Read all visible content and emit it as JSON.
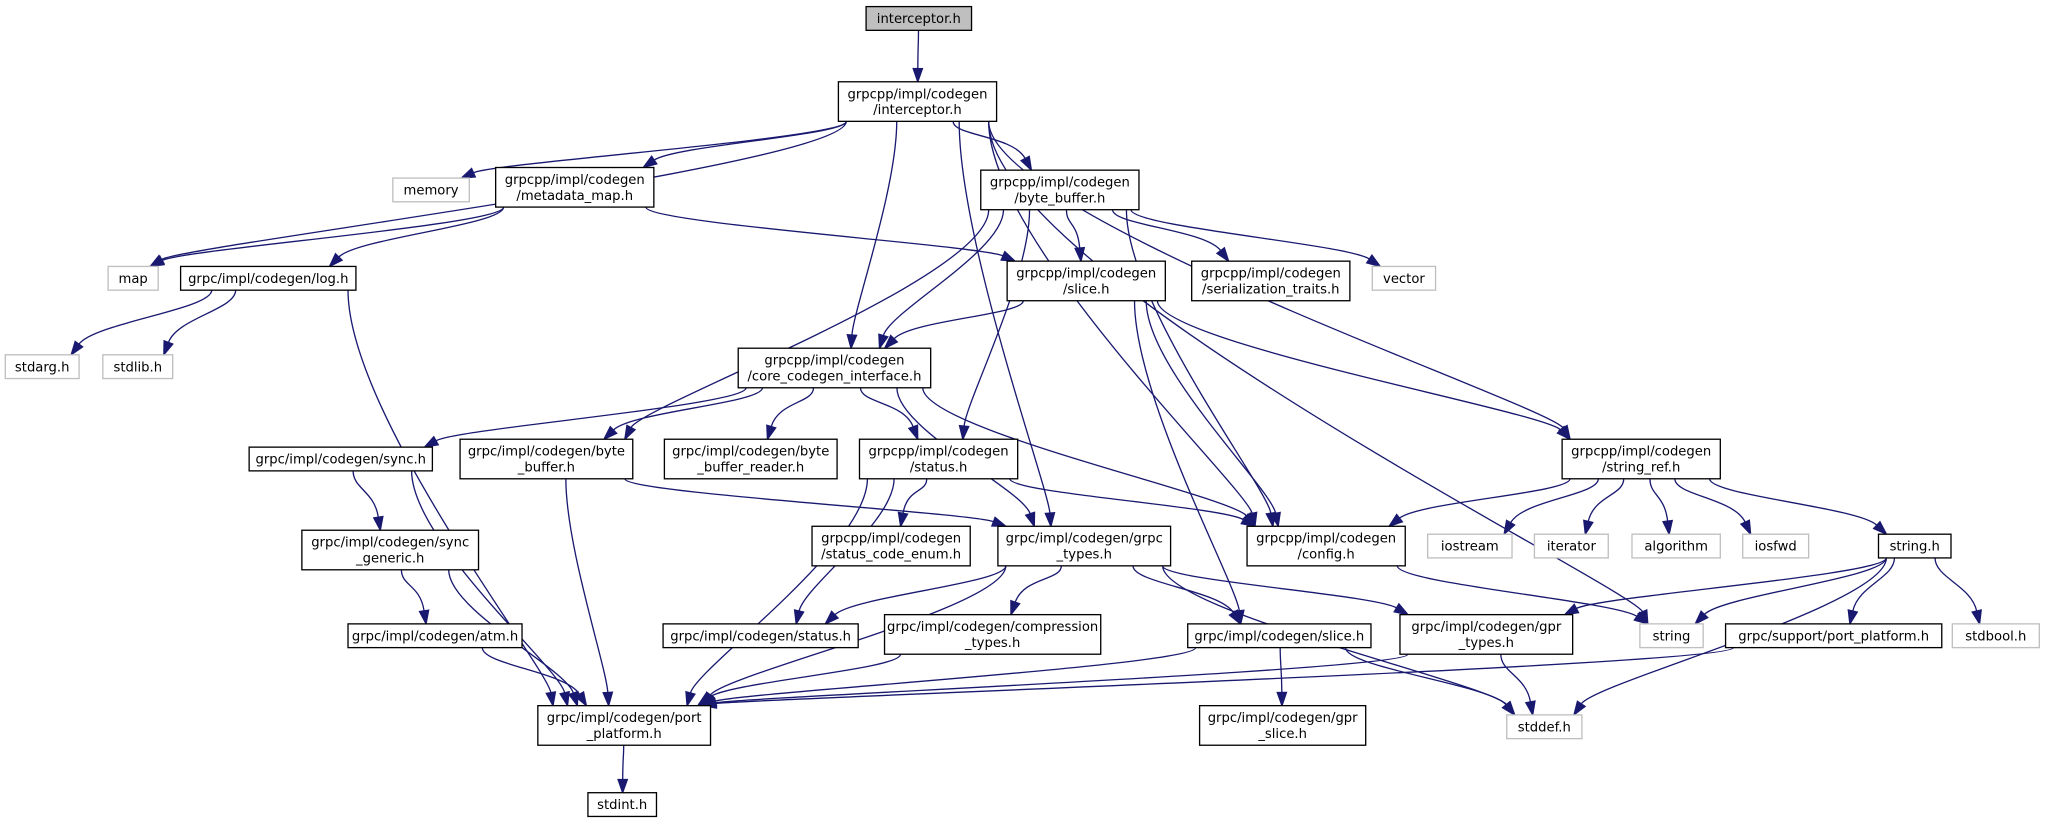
{
  "diagram": {
    "title": "Include dependency graph for interceptor.h",
    "edge_color": "#191970",
    "root_fill": "#bfbfbf",
    "system_border": "#bfbfbf",
    "nodes": [
      {
        "id": "root",
        "lines": [
          "interceptor.h"
        ],
        "kind": "root"
      },
      {
        "id": "interceptor",
        "lines": [
          "grpcpp/impl/codegen",
          "/interceptor.h"
        ],
        "kind": "internal"
      },
      {
        "id": "memory",
        "lines": [
          "memory"
        ],
        "kind": "system"
      },
      {
        "id": "metadata_map",
        "lines": [
          "grpcpp/impl/codegen",
          "/metadata_map.h"
        ],
        "kind": "internal"
      },
      {
        "id": "byte_buffer_cpp",
        "lines": [
          "grpcpp/impl/codegen",
          "/byte_buffer.h"
        ],
        "kind": "internal"
      },
      {
        "id": "map",
        "lines": [
          "map"
        ],
        "kind": "system"
      },
      {
        "id": "log",
        "lines": [
          "grpc/impl/codegen/log.h"
        ],
        "kind": "internal"
      },
      {
        "id": "slice_cpp",
        "lines": [
          "grpcpp/impl/codegen",
          "/slice.h"
        ],
        "kind": "internal"
      },
      {
        "id": "serialization_traits",
        "lines": [
          "grpcpp/impl/codegen",
          "/serialization_traits.h"
        ],
        "kind": "internal"
      },
      {
        "id": "vector",
        "lines": [
          "vector"
        ],
        "kind": "system"
      },
      {
        "id": "stdarg",
        "lines": [
          "stdarg.h"
        ],
        "kind": "system"
      },
      {
        "id": "stdlib",
        "lines": [
          "stdlib.h"
        ],
        "kind": "system"
      },
      {
        "id": "core_codegen_interface",
        "lines": [
          "grpcpp/impl/codegen",
          "/core_codegen_interface.h"
        ],
        "kind": "internal"
      },
      {
        "id": "sync",
        "lines": [
          "grpc/impl/codegen/sync.h"
        ],
        "kind": "internal"
      },
      {
        "id": "byte_buffer_c",
        "lines": [
          "grpc/impl/codegen/byte",
          "_buffer.h"
        ],
        "kind": "internal"
      },
      {
        "id": "byte_buffer_reader",
        "lines": [
          "grpc/impl/codegen/byte",
          "_buffer_reader.h"
        ],
        "kind": "internal"
      },
      {
        "id": "status_cpp",
        "lines": [
          "grpcpp/impl/codegen",
          "/status.h"
        ],
        "kind": "internal"
      },
      {
        "id": "string_ref",
        "lines": [
          "grpcpp/impl/codegen",
          "/string_ref.h"
        ],
        "kind": "internal"
      },
      {
        "id": "sync_generic",
        "lines": [
          "grpc/impl/codegen/sync",
          "_generic.h"
        ],
        "kind": "internal"
      },
      {
        "id": "status_code_enum",
        "lines": [
          "grpcpp/impl/codegen",
          "/status_code_enum.h"
        ],
        "kind": "internal"
      },
      {
        "id": "grpc_types",
        "lines": [
          "grpc/impl/codegen/grpc",
          "_types.h"
        ],
        "kind": "internal"
      },
      {
        "id": "config",
        "lines": [
          "grpcpp/impl/codegen",
          "/config.h"
        ],
        "kind": "internal"
      },
      {
        "id": "iostream",
        "lines": [
          "iostream"
        ],
        "kind": "system"
      },
      {
        "id": "iterator",
        "lines": [
          "iterator"
        ],
        "kind": "system"
      },
      {
        "id": "algorithm",
        "lines": [
          "algorithm"
        ],
        "kind": "system"
      },
      {
        "id": "iosfwd",
        "lines": [
          "iosfwd"
        ],
        "kind": "system"
      },
      {
        "id": "string_h",
        "lines": [
          "string.h"
        ],
        "kind": "internal"
      },
      {
        "id": "atm",
        "lines": [
          "grpc/impl/codegen/atm.h"
        ],
        "kind": "internal"
      },
      {
        "id": "status_c",
        "lines": [
          "grpc/impl/codegen/status.h"
        ],
        "kind": "internal"
      },
      {
        "id": "compression_types",
        "lines": [
          "grpc/impl/codegen/compression",
          "_types.h"
        ],
        "kind": "internal"
      },
      {
        "id": "slice_c",
        "lines": [
          "grpc/impl/codegen/slice.h"
        ],
        "kind": "internal"
      },
      {
        "id": "gpr_types",
        "lines": [
          "grpc/impl/codegen/gpr",
          "_types.h"
        ],
        "kind": "internal"
      },
      {
        "id": "string",
        "lines": [
          "string"
        ],
        "kind": "system"
      },
      {
        "id": "support_port_platform",
        "lines": [
          "grpc/support/port_platform.h"
        ],
        "kind": "internal"
      },
      {
        "id": "stdbool",
        "lines": [
          "stdbool.h"
        ],
        "kind": "system"
      },
      {
        "id": "port_platform",
        "lines": [
          "grpc/impl/codegen/port",
          "_platform.h"
        ],
        "kind": "internal"
      },
      {
        "id": "gpr_slice",
        "lines": [
          "grpc/impl/codegen/gpr",
          "_slice.h"
        ],
        "kind": "internal"
      },
      {
        "id": "stddef",
        "lines": [
          "stddef.h"
        ],
        "kind": "system"
      },
      {
        "id": "stdint",
        "lines": [
          "stdint.h"
        ],
        "kind": "internal"
      }
    ],
    "edges": [
      [
        "root",
        "interceptor"
      ],
      [
        "interceptor",
        "map"
      ],
      [
        "interceptor",
        "memory"
      ],
      [
        "interceptor",
        "metadata_map"
      ],
      [
        "interceptor",
        "byte_buffer_cpp"
      ],
      [
        "interceptor",
        "core_codegen_interface"
      ],
      [
        "interceptor",
        "grpc_types"
      ],
      [
        "interceptor",
        "config"
      ],
      [
        "interceptor",
        "string_ref"
      ],
      [
        "interceptor",
        "string"
      ],
      [
        "metadata_map",
        "map"
      ],
      [
        "metadata_map",
        "log"
      ],
      [
        "metadata_map",
        "slice_cpp"
      ],
      [
        "log",
        "stdarg"
      ],
      [
        "log",
        "stdlib"
      ],
      [
        "log",
        "port_platform"
      ],
      [
        "byte_buffer_cpp",
        "slice_cpp"
      ],
      [
        "byte_buffer_cpp",
        "serialization_traits"
      ],
      [
        "byte_buffer_cpp",
        "vector"
      ],
      [
        "byte_buffer_cpp",
        "core_codegen_interface"
      ],
      [
        "byte_buffer_cpp",
        "byte_buffer_c"
      ],
      [
        "byte_buffer_cpp",
        "status_cpp"
      ],
      [
        "byte_buffer_cpp",
        "config"
      ],
      [
        "slice_cpp",
        "core_codegen_interface"
      ],
      [
        "slice_cpp",
        "string_ref"
      ],
      [
        "slice_cpp",
        "config"
      ],
      [
        "slice_cpp",
        "slice_c"
      ],
      [
        "core_codegen_interface",
        "sync"
      ],
      [
        "core_codegen_interface",
        "byte_buffer_c"
      ],
      [
        "core_codegen_interface",
        "byte_buffer_reader"
      ],
      [
        "core_codegen_interface",
        "status_cpp"
      ],
      [
        "core_codegen_interface",
        "grpc_types"
      ],
      [
        "core_codegen_interface",
        "config"
      ],
      [
        "sync",
        "sync_generic"
      ],
      [
        "sync",
        "port_platform"
      ],
      [
        "sync_generic",
        "atm"
      ],
      [
        "sync_generic",
        "port_platform"
      ],
      [
        "atm",
        "port_platform"
      ],
      [
        "byte_buffer_c",
        "grpc_types"
      ],
      [
        "byte_buffer_c",
        "port_platform"
      ],
      [
        "status_cpp",
        "status_code_enum"
      ],
      [
        "status_cpp",
        "config"
      ],
      [
        "status_cpp",
        "status_c"
      ],
      [
        "status_cpp",
        "port_platform"
      ],
      [
        "grpc_types",
        "status_c"
      ],
      [
        "grpc_types",
        "compression_types"
      ],
      [
        "grpc_types",
        "slice_c"
      ],
      [
        "grpc_types",
        "gpr_types"
      ],
      [
        "grpc_types",
        "stddef"
      ],
      [
        "grpc_types",
        "port_platform"
      ],
      [
        "compression_types",
        "port_platform"
      ],
      [
        "slice_c",
        "gpr_slice"
      ],
      [
        "slice_c",
        "stddef"
      ],
      [
        "slice_c",
        "port_platform"
      ],
      [
        "gpr_types",
        "stddef"
      ],
      [
        "gpr_types",
        "port_platform"
      ],
      [
        "string_ref",
        "config"
      ],
      [
        "string_ref",
        "iostream"
      ],
      [
        "string_ref",
        "iterator"
      ],
      [
        "string_ref",
        "algorithm"
      ],
      [
        "string_ref",
        "iosfwd"
      ],
      [
        "string_ref",
        "string_h"
      ],
      [
        "config",
        "string"
      ],
      [
        "string_h",
        "string"
      ],
      [
        "string_h",
        "gpr_types"
      ],
      [
        "string_h",
        "support_port_platform"
      ],
      [
        "string_h",
        "stdbool"
      ],
      [
        "string_h",
        "stddef"
      ],
      [
        "support_port_platform",
        "port_platform"
      ],
      [
        "port_platform",
        "stdint"
      ]
    ]
  }
}
